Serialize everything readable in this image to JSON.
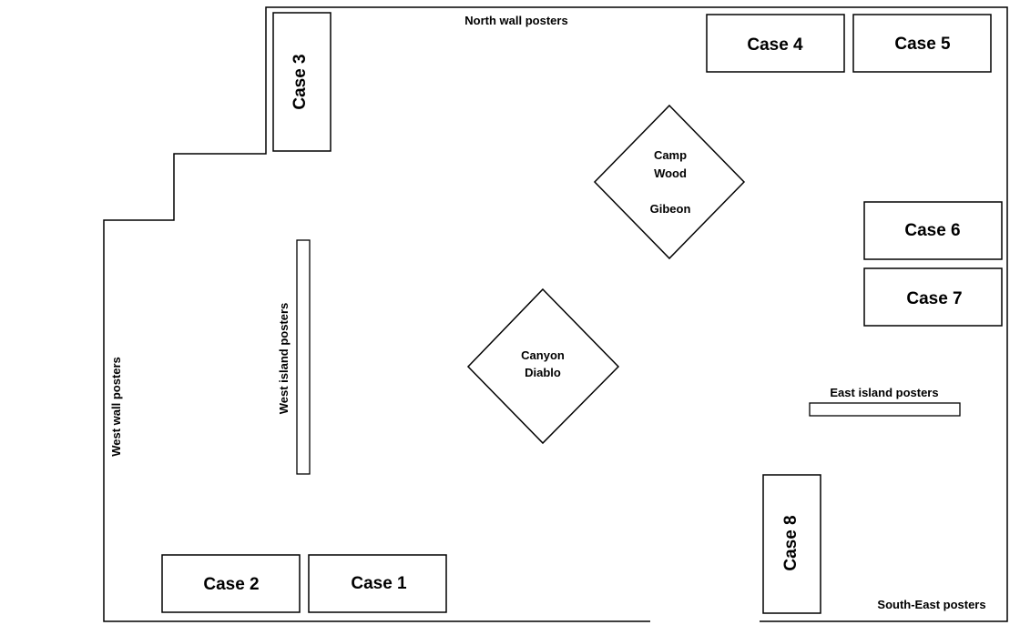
{
  "walls": {
    "north": "North wall posters",
    "west": "West wall posters",
    "south_east": "South-East posters"
  },
  "islands": {
    "west": "West island posters",
    "east": "East island posters"
  },
  "cases": {
    "case1": "Case 1",
    "case2": "Case 2",
    "case3": "Case 3",
    "case4": "Case 4",
    "case5": "Case 5",
    "case6": "Case 6",
    "case7": "Case 7",
    "case8": "Case 8"
  },
  "displays": {
    "upper": [
      "Camp",
      "Wood",
      "Gibeon"
    ],
    "lower": [
      "Canyon",
      "Diablo"
    ]
  }
}
